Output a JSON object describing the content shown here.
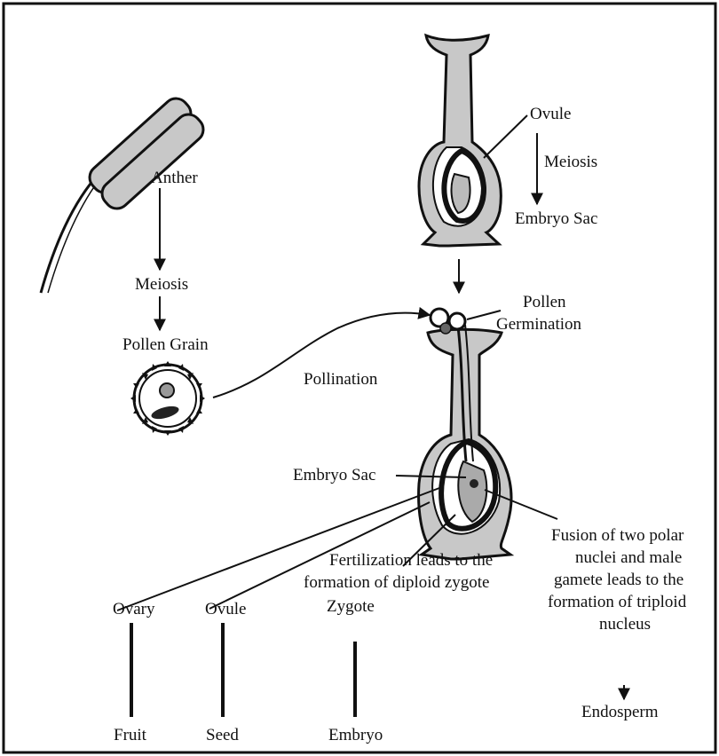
{
  "labels": {
    "anther": "Anther",
    "meiosis_left": "Meiosis",
    "pollen_grain": "Pollen Grain",
    "pollination": "Pollination",
    "ovule_top": "Ovule",
    "meiosis_right": "Meiosis",
    "embryo_sac_top": "Embryo Sac",
    "pollen_germination_1": "Pollen",
    "pollen_germination_2": "Germination",
    "embryo_sac_mid": "Embryo Sac",
    "fertilization_1": "Fertilization leads to the",
    "fertilization_2": "formation of diploid zygote",
    "fusion_1": "Fusion of two polar",
    "fusion_2": "nuclei and male",
    "fusion_3": "gamete leads to the",
    "fusion_4": "formation of triploid",
    "fusion_5": "nucleus",
    "ovary": "Ovary",
    "ovule_bottom": "Ovule",
    "zygote": "Zygote",
    "fruit": "Fruit",
    "seed": "Seed",
    "embryo": "Embryo",
    "endosperm": "Endosperm"
  },
  "colors": {
    "outline": "#111111",
    "tissue_fill": "#c8c8c8",
    "pollen_fill": "#ffffff"
  }
}
